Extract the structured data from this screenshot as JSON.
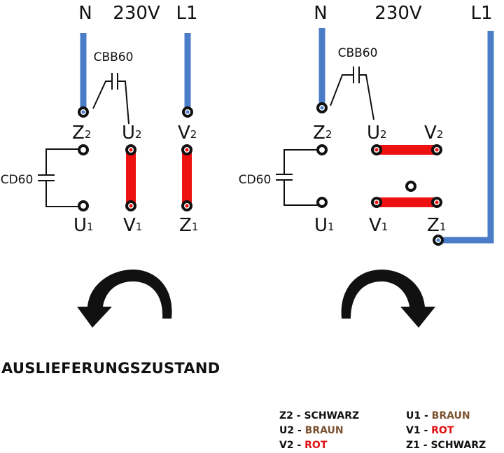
{
  "colors": {
    "wire_blue": "#4a7cc7",
    "bridge_red": "#ee1111",
    "terminal": "#111111",
    "brown": "#7a5230",
    "red": "#e01010"
  },
  "left": {
    "supply": {
      "n": "N",
      "voltage": "230V",
      "l1": "L1"
    },
    "cap_run": "CBB60",
    "cap_start": "CD60",
    "terminals": {
      "z2": [
        "Z",
        "2"
      ],
      "u2": [
        "U",
        "2"
      ],
      "v2": [
        "V",
        "2"
      ],
      "u1": [
        "U",
        "1"
      ],
      "v1": [
        "V",
        "1"
      ],
      "z1": [
        "Z",
        "1"
      ]
    }
  },
  "right": {
    "supply": {
      "n": "N",
      "voltage": "230V",
      "l1": "L1"
    },
    "cap_run": "CBB60",
    "cap_start": "CD60",
    "terminals": {
      "z2": [
        "Z",
        "2"
      ],
      "u2": [
        "U",
        "2"
      ],
      "v2": [
        "V",
        "2"
      ],
      "u1": [
        "U",
        "1"
      ],
      "v1": [
        "V",
        "1"
      ],
      "z1": [
        "Z",
        "1"
      ]
    }
  },
  "caption": "AUSLIEFERUNGSZUSTAND",
  "legend_left": [
    {
      "code": "Z2",
      "sep": " - ",
      "color": "SCHWARZ",
      "hex": "#111111"
    },
    {
      "code": "U2",
      "sep": " - ",
      "color": "BRAUN",
      "hex": "#7a5230"
    },
    {
      "code": "V2",
      "sep": " - ",
      "color": "ROT",
      "hex": "#e01010"
    }
  ],
  "legend_right": [
    {
      "code": "U1",
      "sep": " - ",
      "color": "BRAUN",
      "hex": "#7a5230"
    },
    {
      "code": "V1",
      "sep": " - ",
      "color": "ROT",
      "hex": "#e01010"
    },
    {
      "code": "Z1",
      "sep": " - ",
      "color": "SCHWARZ",
      "hex": "#111111"
    }
  ]
}
